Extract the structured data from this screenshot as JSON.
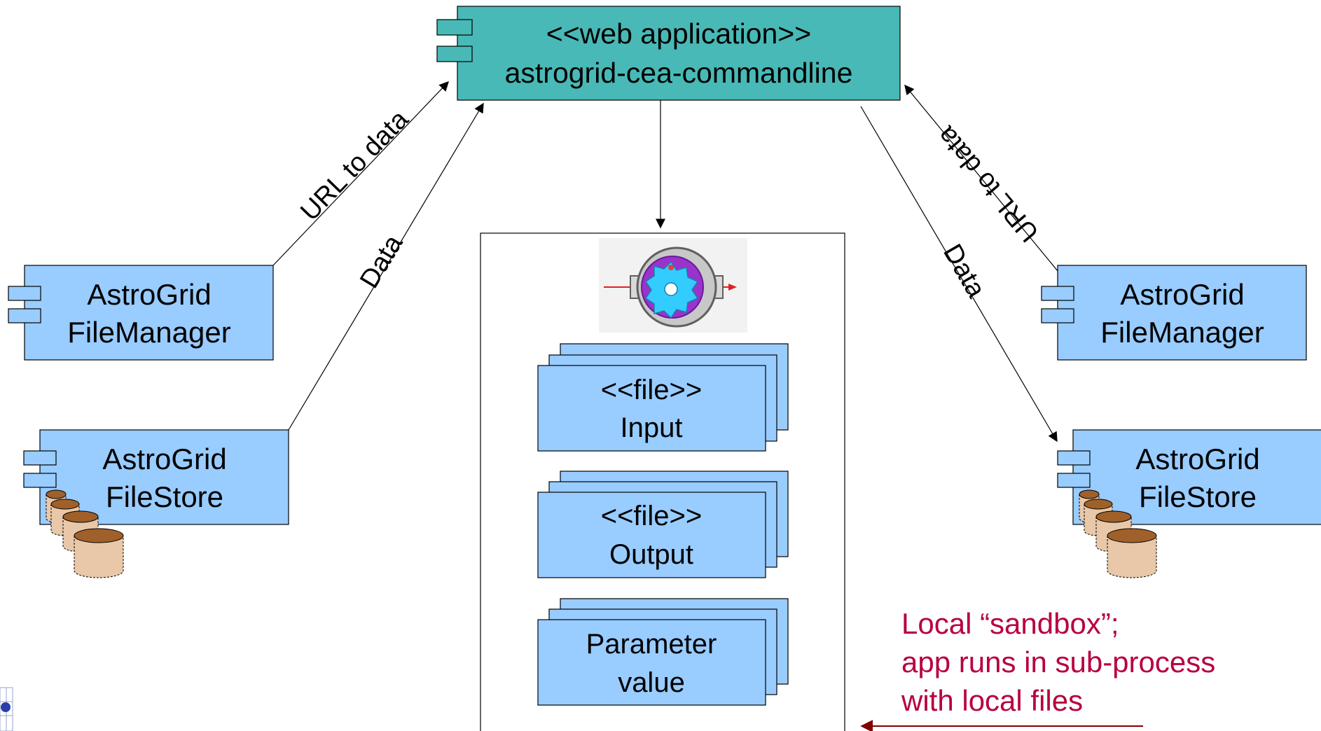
{
  "web_app": {
    "stereotype": "<<web application>>",
    "name": "astrogrid-cea-commandline"
  },
  "left_components": {
    "file_manager": {
      "line1": "AstroGrid",
      "line2": "FileManager"
    },
    "file_store": {
      "line1": "AstroGrid",
      "line2": "FileStore"
    }
  },
  "right_components": {
    "file_manager": {
      "line1": "AstroGrid",
      "line2": "FileManager"
    },
    "file_store": {
      "line1": "AstroGrid",
      "line2": "FileStore"
    }
  },
  "connectors": {
    "left_url": "URL to data",
    "left_data": "Data",
    "right_url": "URL to data",
    "right_data": "Data"
  },
  "sandbox": {
    "input": {
      "line1": "<<file>>",
      "line2": "Input"
    },
    "output": {
      "line1": "<<file>>",
      "line2": "Output"
    },
    "parameter": {
      "line1": "Parameter",
      "line2": "value"
    }
  },
  "note": {
    "line1": "Local “sandbox”;",
    "line2": "app runs in sub-process",
    "line3": "with local files"
  },
  "colors": {
    "web_app_fill": "#48b9b6",
    "component_fill": "#99ccff",
    "note_text": "#b8003e",
    "note_arrow": "#800000",
    "cylinder_fill": "#e8c8a8",
    "cylinder_top": "#a0602a"
  }
}
